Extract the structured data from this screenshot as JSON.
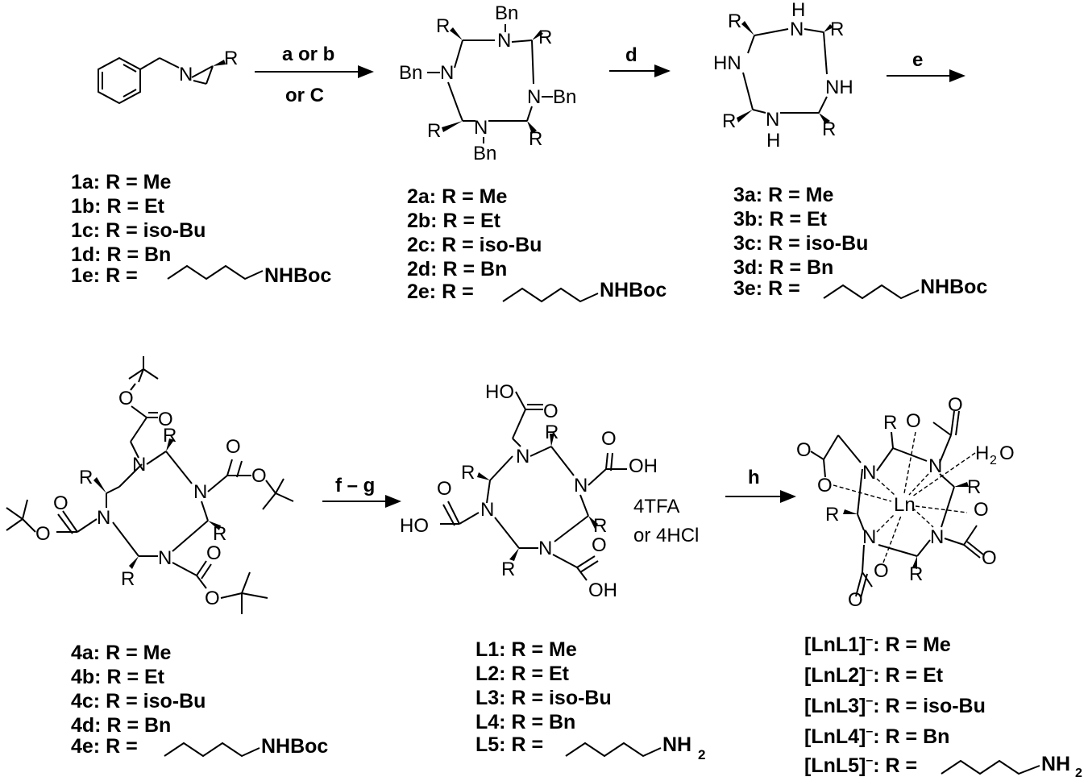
{
  "arrows": {
    "a": "a or b",
    "a_sub": "or C",
    "b": "d",
    "c": "e",
    "d": "f – g",
    "e": "h"
  },
  "salts": {
    "l1": "4TFA",
    "l2": "or 4HCl"
  },
  "atoms": {
    "N": "N",
    "R": "R",
    "Bn": "Bn",
    "BnDash": "Bn",
    "NBn": "N",
    "Bn2": "Bn",
    "HN": "HN",
    "NH": "NH",
    "H": "H",
    "O": "O",
    "HO": "HO",
    "OH": "OH",
    "Ln": "Ln",
    "H2O_H": "H",
    "H2O_2": "2",
    "H2O_O": "O"
  },
  "tails": {
    "nhboc": "NHBoc",
    "nh2": "NH",
    "nh2_sub": "2"
  },
  "labels": {
    "s1": [
      "1a: R = Me",
      "1b: R = Et",
      "1c: R = iso-Bu",
      "1d: R = Bn",
      "1e: R ="
    ],
    "s2": [
      "2a: R = Me",
      "2b: R = Et",
      "2c: R = iso-Bu",
      "2d: R = Bn",
      "2e: R ="
    ],
    "s3": [
      "3a: R = Me",
      "3b: R = Et",
      "3c: R = iso-Bu",
      "3d: R = Bn",
      "3e: R ="
    ],
    "s4": [
      "4a: R = Me",
      "4b: R = Et",
      "4c: R = iso-Bu",
      "4d: R = Bn",
      "4e: R ="
    ],
    "sL": [
      "L1: R = Me",
      "L2: R = Et",
      "L3: R = iso-Bu",
      "L4: R = Bn",
      "L5: R ="
    ],
    "sLn": [
      {
        "pre": "[LnL1]",
        "sup": "–",
        "post": ": R = Me"
      },
      {
        "pre": "[LnL2]",
        "sup": "–",
        "post": ": R = Et"
      },
      {
        "pre": "[LnL3]",
        "sup": "–",
        "post": ": R = iso-Bu"
      },
      {
        "pre": "[LnL4]",
        "sup": "–",
        "post": ": R = Bn"
      },
      {
        "pre": "[LnL5]",
        "sup": "–",
        "post": ": R ="
      }
    ]
  }
}
